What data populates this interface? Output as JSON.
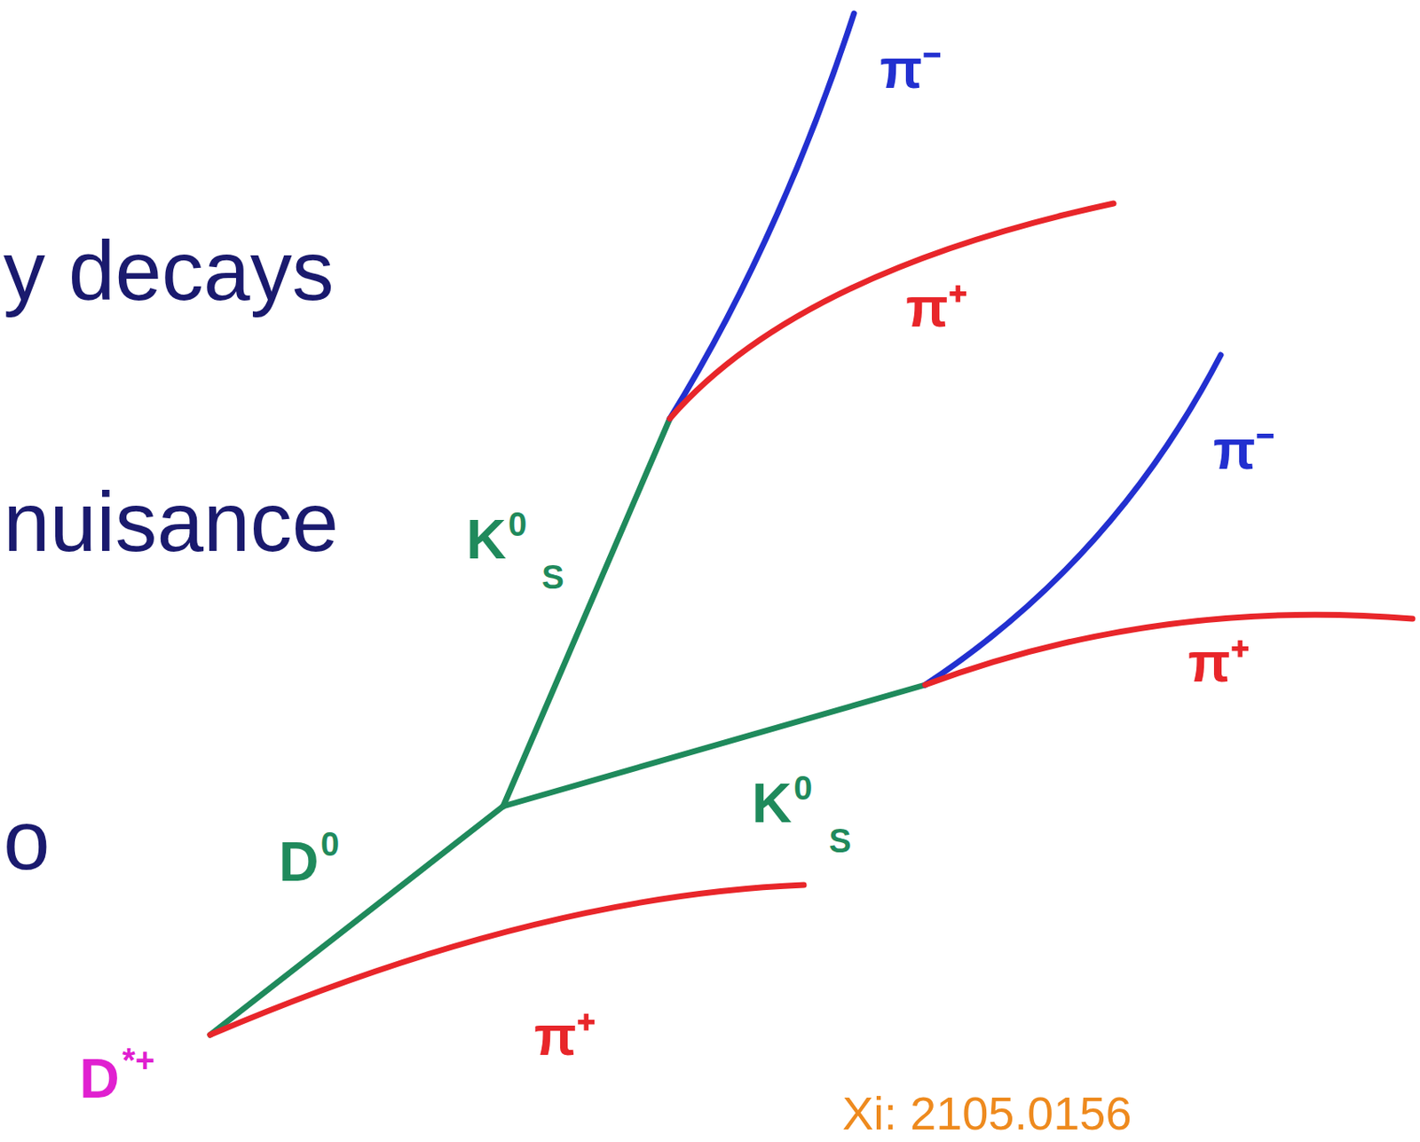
{
  "diagram": {
    "labels": [
      "y decays",
      "nuisance",
      "o",
      "π⁻",
      "π⁺",
      "K",
      "0",
      "S",
      "π⁻",
      "π⁺",
      "K",
      "0",
      "S",
      "D",
      "0",
      "π⁺",
      "D",
      "*+",
      "Xi: 2105.0156"
    ]
  }
}
